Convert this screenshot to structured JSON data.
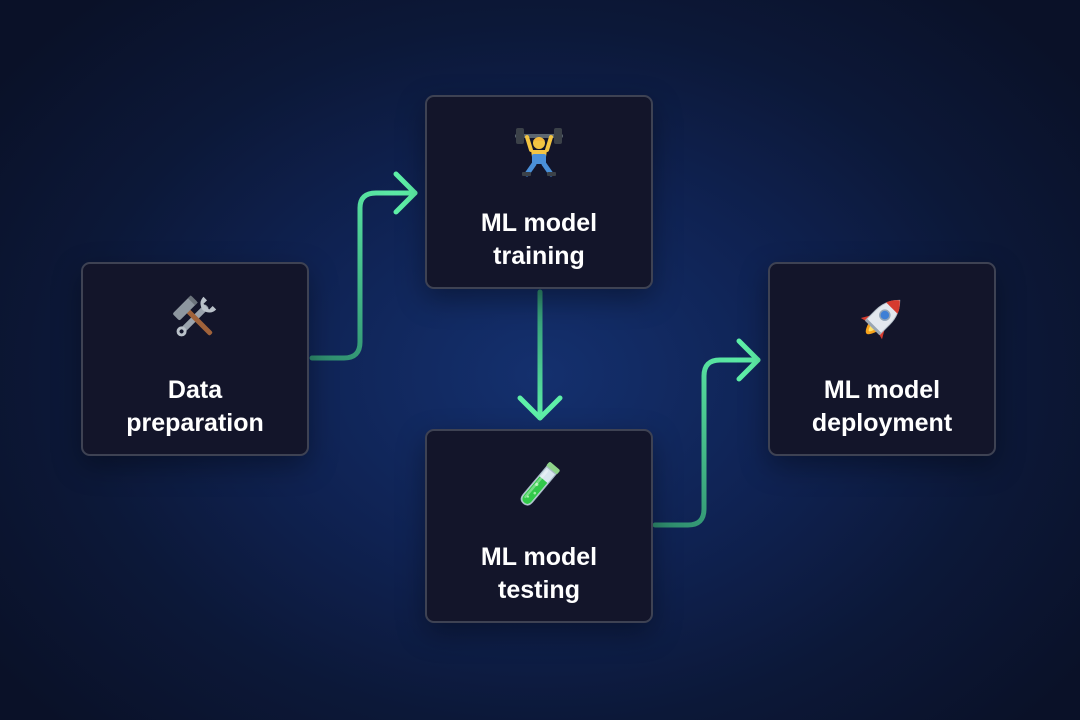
{
  "steps": [
    {
      "id": "data-preparation",
      "icon": "hammer-and-wrench-icon",
      "label_lines": [
        "Data",
        "preparation"
      ]
    },
    {
      "id": "ml-model-training",
      "icon": "weight-lifter-icon",
      "label_lines": [
        "ML model",
        "training"
      ]
    },
    {
      "id": "ml-model-testing",
      "icon": "test-tube-icon",
      "label_lines": [
        "ML model",
        "testing"
      ]
    },
    {
      "id": "ml-model-deployment",
      "icon": "rocket-icon",
      "label_lines": [
        "ML model",
        "deployment"
      ]
    }
  ],
  "connections": [
    {
      "from": "data-preparation",
      "to": "ml-model-training"
    },
    {
      "from": "ml-model-training",
      "to": "ml-model-testing"
    },
    {
      "from": "ml-model-testing",
      "to": "ml-model-deployment"
    }
  ],
  "colors": {
    "background": "#0f2252",
    "card_background": "#13152a",
    "card_border": "#3e4253",
    "arrow_start": "#2e8c6e",
    "arrow_end": "#5ef0a8",
    "label_text": "#ffffff"
  }
}
